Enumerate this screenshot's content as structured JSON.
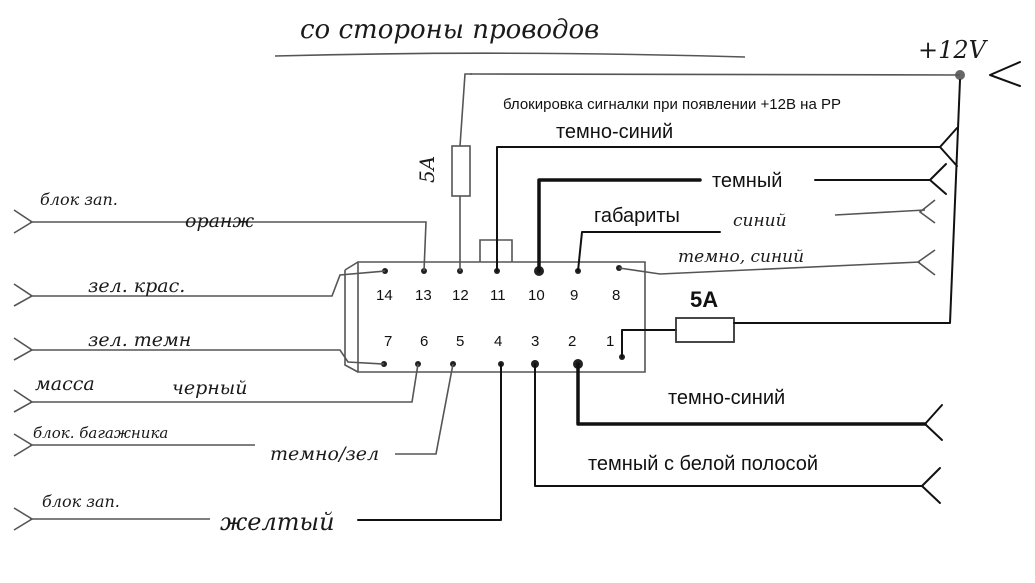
{
  "heading": "со стороны проводов",
  "power": "+12V",
  "note": "блокировка сигналки при появлении +12В на РР",
  "fuse_top_label": "5A",
  "fuse_right_label": "5A",
  "top_row_pins": [
    "14",
    "13",
    "12",
    "11",
    "10",
    "9",
    "8"
  ],
  "bottom_row_pins": [
    "7",
    "6",
    "5",
    "4",
    "3",
    "2",
    "1"
  ],
  "right_labels": {
    "pin11": "темно-синий",
    "pin10": "темный",
    "pin9": "габариты",
    "pin9_hand": "синий",
    "pin8_hand": "темно, синий",
    "pin2": "темно-синий",
    "pin3": "темный с белой полосой"
  },
  "left_labels": {
    "pin13_dest": "блок зап.",
    "pin13_color": "оранж",
    "pin14": "зел. крас.",
    "pin7": "зел. темн",
    "pin6_dest": "масса",
    "pin6_color": "черный",
    "pin5_dest": "блок. багажника",
    "pin5_color": "темно/зел",
    "pin4_dest": "блок зап.",
    "pin4_color": "желтый"
  }
}
